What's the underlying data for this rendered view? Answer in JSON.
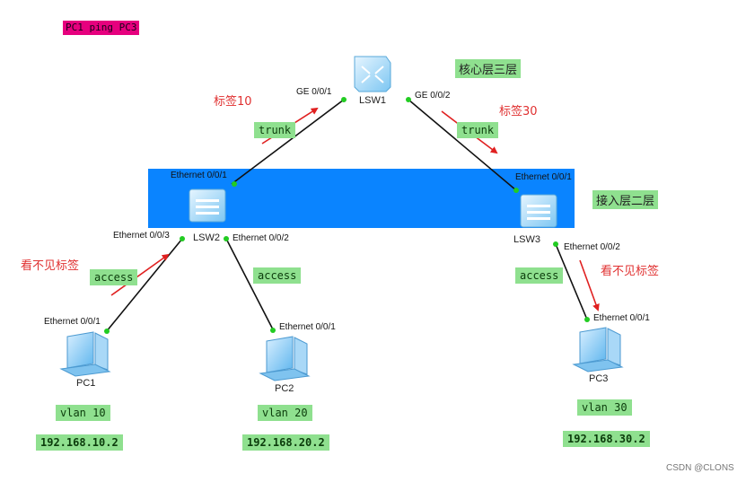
{
  "title": "PC1 ping PC3",
  "core_layer": "核心层三层",
  "access_layer": "接入层二层",
  "watermark": "CSDN @CLONS",
  "devices": {
    "lsw1": "LSW1",
    "lsw2": "LSW2",
    "lsw3": "LSW3",
    "pc1": "PC1",
    "pc2": "PC2",
    "pc3": "PC3"
  },
  "ports": {
    "lsw1_left": "GE 0/0/1",
    "lsw1_right": "GE 0/0/2",
    "lsw2_up": "Ethernet 0/0/1",
    "lsw2_p3": "Ethernet 0/0/3",
    "lsw2_p2": "Ethernet 0/0/2",
    "lsw3_up": "Ethernet 0/0/1",
    "lsw3_p2": "Ethernet 0/0/2",
    "pc1_port": "Ethernet 0/0/1",
    "pc2_port": "Ethernet 0/0/1",
    "pc3_port": "Ethernet 0/0/1"
  },
  "links": {
    "trunk_left": "trunk",
    "trunk_right": "trunk",
    "access_pc1": "access",
    "access_pc2": "access",
    "access_pc3": "access"
  },
  "notes": {
    "tag10": "标签10",
    "tag30": "标签30",
    "no_tag_left": "看不见标签",
    "no_tag_right": "看不见标签"
  },
  "vlans": {
    "pc1": "vlan 10",
    "pc2": "vlan 20",
    "pc3": "vlan 30"
  },
  "ips": {
    "pc1": "192.168.10.2",
    "pc2": "192.168.20.2",
    "pc3": "192.168.30.2"
  },
  "colors": {
    "access_band": "#0a84ff",
    "green_label": "#8fe08f",
    "pink_label": "#e6007e",
    "arrow_red": "#e02020",
    "link_line": "#111111",
    "port_dot": "#22cc22"
  }
}
